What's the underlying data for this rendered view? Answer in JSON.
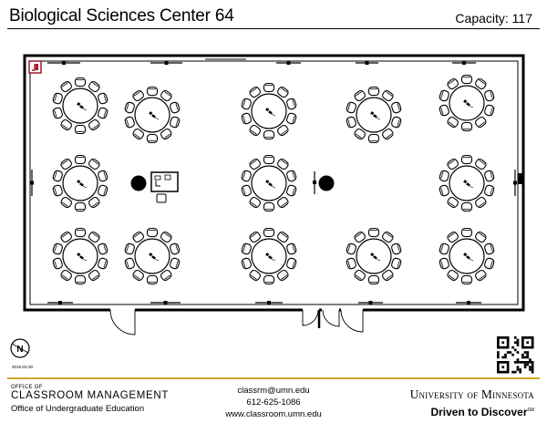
{
  "header": {
    "title": "Biological Sciences Center 64",
    "capacity": "Capacity: 117"
  },
  "compass": {
    "letter": "N",
    "date": "2016-03-30"
  },
  "footer": {
    "office_small": "OFFICE OF",
    "office_name": "CLASSROOM MANAGEMENT",
    "office_sub": "Office of Undergraduate Education",
    "email": "classrm@umn.edu",
    "phone": "612-625-1086",
    "website": "www.classroom.umn.edu",
    "university": "University of Minnesota",
    "tagline": "Driven to Discover",
    "tagline_mark": "SM"
  },
  "colors": {
    "accent_gold": "#d4a52a",
    "door_icon": "#a0182c"
  },
  "icons": [
    "door-icon",
    "compass-icon",
    "qr-code-icon"
  ]
}
